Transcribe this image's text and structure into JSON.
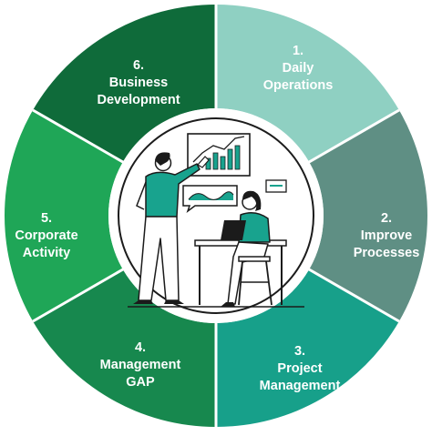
{
  "diagram": {
    "segments": [
      {
        "id": "daily-operations",
        "number": "1.",
        "line1": "Daily",
        "line2": "Operations",
        "color": "#8fd0c2"
      },
      {
        "id": "improve-processes",
        "number": "2.",
        "line1": "Improve",
        "line2": "Processes",
        "color": "#5f8f84"
      },
      {
        "id": "project-management",
        "number": "3.",
        "line1": "Project",
        "line2": "Management",
        "color": "#17a08a"
      },
      {
        "id": "management-gap",
        "number": "4.",
        "line1": "Management",
        "line2": "GAP",
        "color": "#17884e"
      },
      {
        "id": "corporate-activity",
        "number": "5.",
        "line1": "Corporate",
        "line2": "Activity",
        "color": "#1fa657"
      },
      {
        "id": "business-development",
        "number": "6.",
        "line1": "Business",
        "line2": "Development",
        "color": "#0f6b3a"
      }
    ],
    "center_colors": {
      "ring": "#1c1c1c",
      "teal": "#18a38e",
      "dark": "#1b1b1b"
    }
  }
}
